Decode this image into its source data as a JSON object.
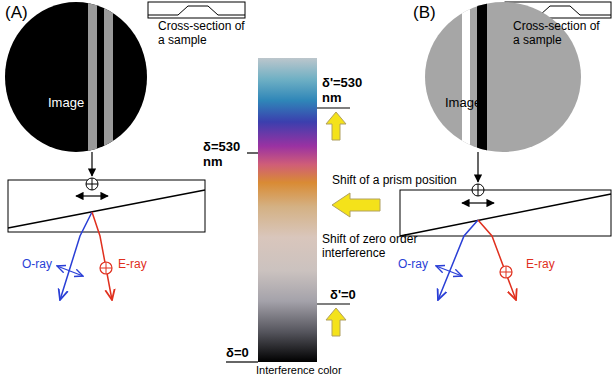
{
  "diagram": {
    "nodes": [
      {
        "text": [
          "Image"
        ]
      },
      {
        "text": [
          "Image"
        ]
      }
    ],
    "labels": [
      "(A)",
      "Cross-section of a sample",
      "O-ray",
      "E-ray",
      "δ=530 nm",
      "δ'=530 nm",
      "Shift of a prism position",
      "Shift of zero order interference",
      "δ'=0",
      "δ=0",
      "Interference color",
      "(B)",
      "Cross-section of a sample",
      "O-ray",
      "E-ray"
    ]
  }
}
